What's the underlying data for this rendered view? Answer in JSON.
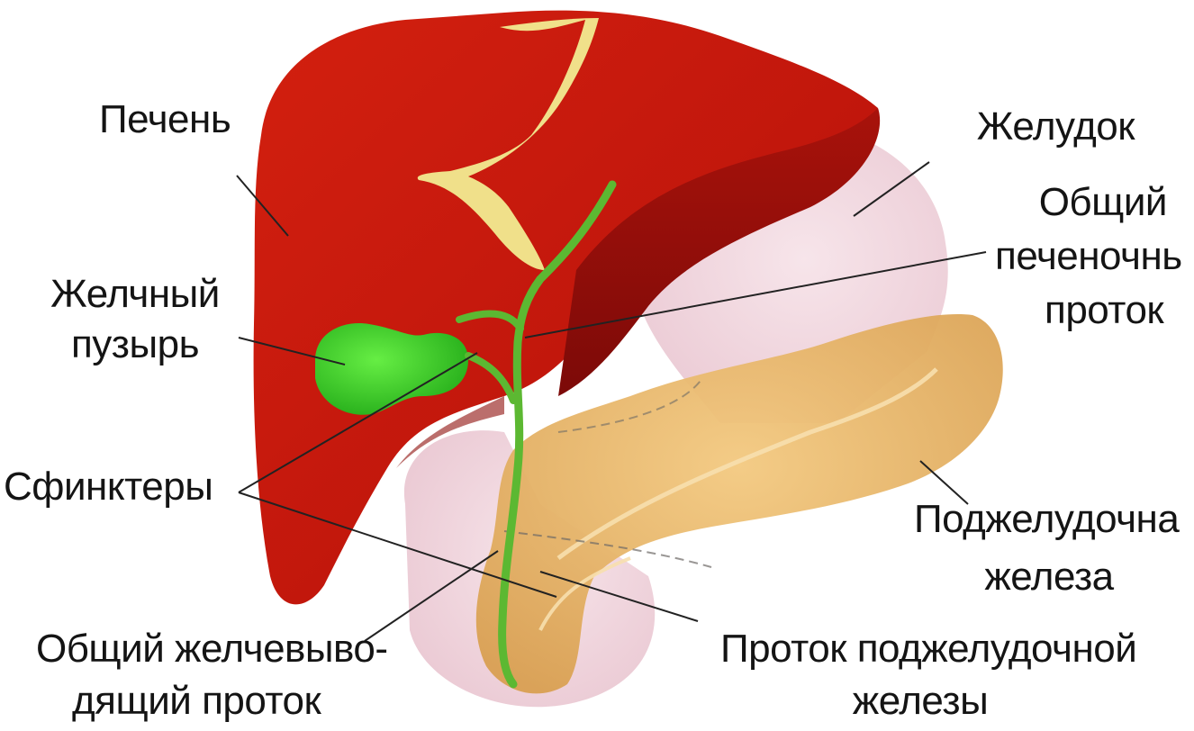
{
  "labels": {
    "liver": "Печень",
    "stomach": "Желудок",
    "hepatic_duct_1": "Общий",
    "hepatic_duct_2": "печеночнь",
    "hepatic_duct_3": "проток",
    "gallbladder_1": "Желчный",
    "gallbladder_2": "пузырь",
    "sphincters": "Сфинктеры",
    "pancreas_1": "Поджелудочна",
    "pancreas_2": "железа",
    "bile_duct_1": "Общий желчевыво-",
    "bile_duct_2": "дящий проток",
    "pancreatic_duct_1": "Проток поджелудочной",
    "pancreatic_duct_2": "железы"
  },
  "colors": {
    "liver": "#c8180f",
    "liver_dark": "#8e0d0a",
    "ligament": "#f0e08a",
    "gallbladder": "#33cc22",
    "duct": "#5cb832",
    "stomach": "#f1d3dc",
    "pancreas": "#e8b46a",
    "leader": "#222222"
  }
}
